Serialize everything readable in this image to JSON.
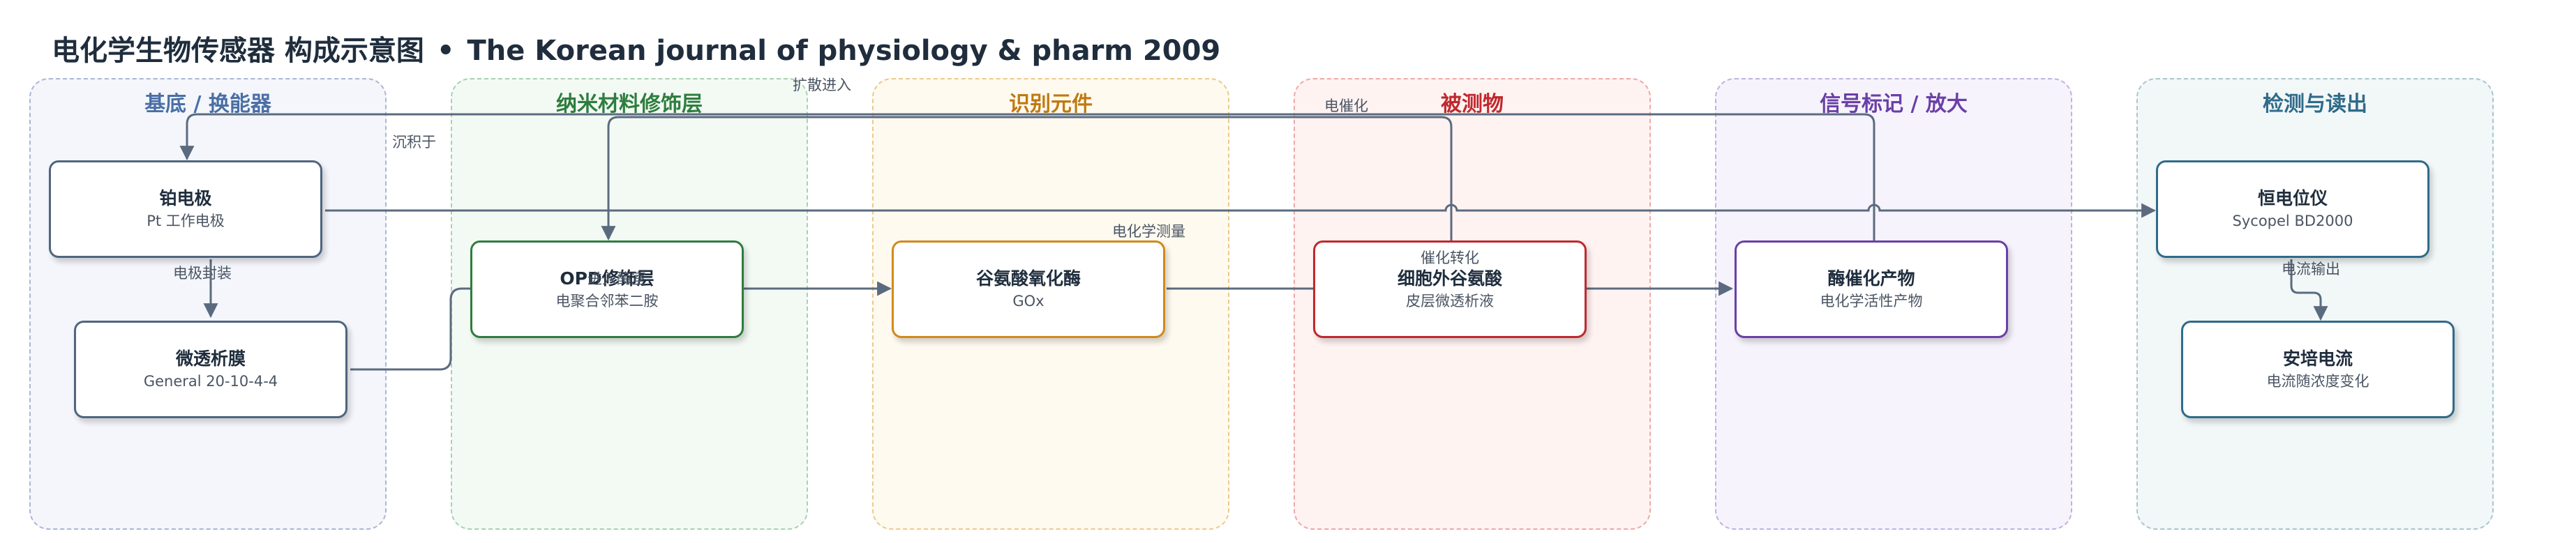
{
  "title": {
    "main": "电化学生物传感器 构成示意图",
    "separator": "•",
    "source": "The Korean journal of physiology & pharm 2009"
  },
  "colors": {
    "line": "#5b6b7f",
    "text": "#1f2d3d"
  },
  "lanes": [
    {
      "label": "基底 / 换能器",
      "color": "#4a6fa5"
    },
    {
      "label": "纳米材料修饰层",
      "color": "#2e7d3e"
    },
    {
      "label": "识别元件",
      "color": "#c07a10"
    },
    {
      "label": "被测物",
      "color": "#c0282d"
    },
    {
      "label": "信号标记 / 放大",
      "color": "#6a3fa8"
    },
    {
      "label": "检测与读出",
      "color": "#2f6b8a"
    }
  ],
  "nodes": {
    "pt_electrode": {
      "title": "铂电极",
      "subtitle": "Pt 工作电极"
    },
    "dialysis_membrane": {
      "title": "微透析膜",
      "subtitle": "General 20-10-4-4"
    },
    "opd": {
      "title": "OPD修饰层",
      "subtitle": "电聚合邻苯二胺"
    },
    "gox": {
      "title": "谷氨酸氧化酶",
      "subtitle": "GOx"
    },
    "glutamate": {
      "title": "细胞外谷氨酸",
      "subtitle": "皮层微透析液"
    },
    "product": {
      "title": "酶催化产物",
      "subtitle": "电化学活性产物"
    },
    "potentiostat": {
      "title": "恒电位仪",
      "subtitle": "Sycopel BD2000"
    },
    "current": {
      "title": "安培电流",
      "subtitle": "电流随浓度变化"
    }
  },
  "edges": {
    "diffusion_in": "扩散进入",
    "deposited_on": "沉积于",
    "electrocatalysis": "电催化",
    "electrochemical_measurement": "电化学测量",
    "catalytic_conversion": "催化转化",
    "electrode_packaging": "电极封装",
    "enter_enzyme_layer": "进入酶室",
    "current_output": "电流输出"
  }
}
